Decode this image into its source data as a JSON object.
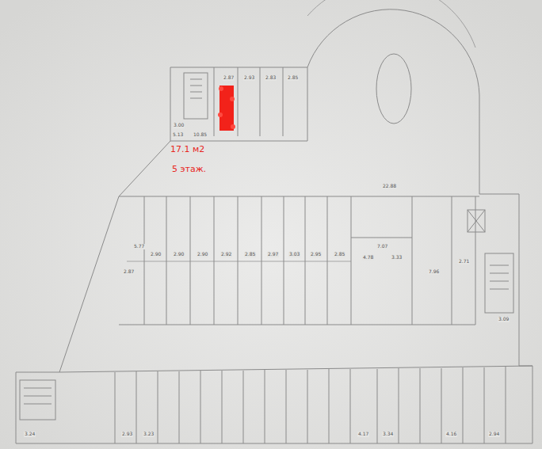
{
  "diagram": {
    "labels": [
      "17.1 м2",
      "5 этаж.",
      "2.87",
      "2.93",
      "2.83",
      "2.85",
      "3.00",
      "5.13",
      "10.85",
      "22.88",
      "5.77",
      "2.87",
      "2.90",
      "2.90",
      "2.90",
      "2.92",
      "2.85",
      "2.97",
      "3.03",
      "2.95",
      "2.85",
      "4.78",
      "3.33",
      "7.96",
      "7.07",
      "2.71",
      "3.09",
      "3.24",
      "2.93",
      "3.23",
      "4.17",
      "3.34",
      "4.16",
      "2.94"
    ]
  }
}
